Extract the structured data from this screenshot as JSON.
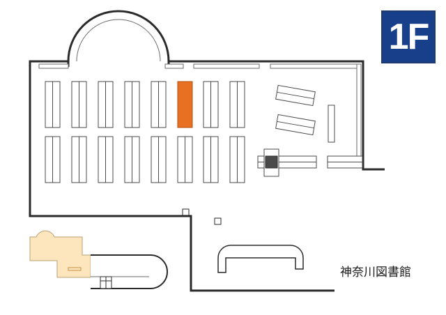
{
  "floor_label": "1F",
  "building_name": "神奈川図書館",
  "colors": {
    "wall": "#2a2a2a",
    "shelf_fill": "#ffffff",
    "shelf_stroke": "#4a4a4a",
    "highlight_shelf": "#e87022",
    "highlight_stroke": "#b05010",
    "dark_block": "#4a4a4a",
    "annex_fill": "#fde6be",
    "annex_stroke": "#b8a070",
    "badge_bg": "#173f8a",
    "badge_text": "#ffffff"
  },
  "map": {
    "highlighted_shelf": "shelf-top-5"
  }
}
